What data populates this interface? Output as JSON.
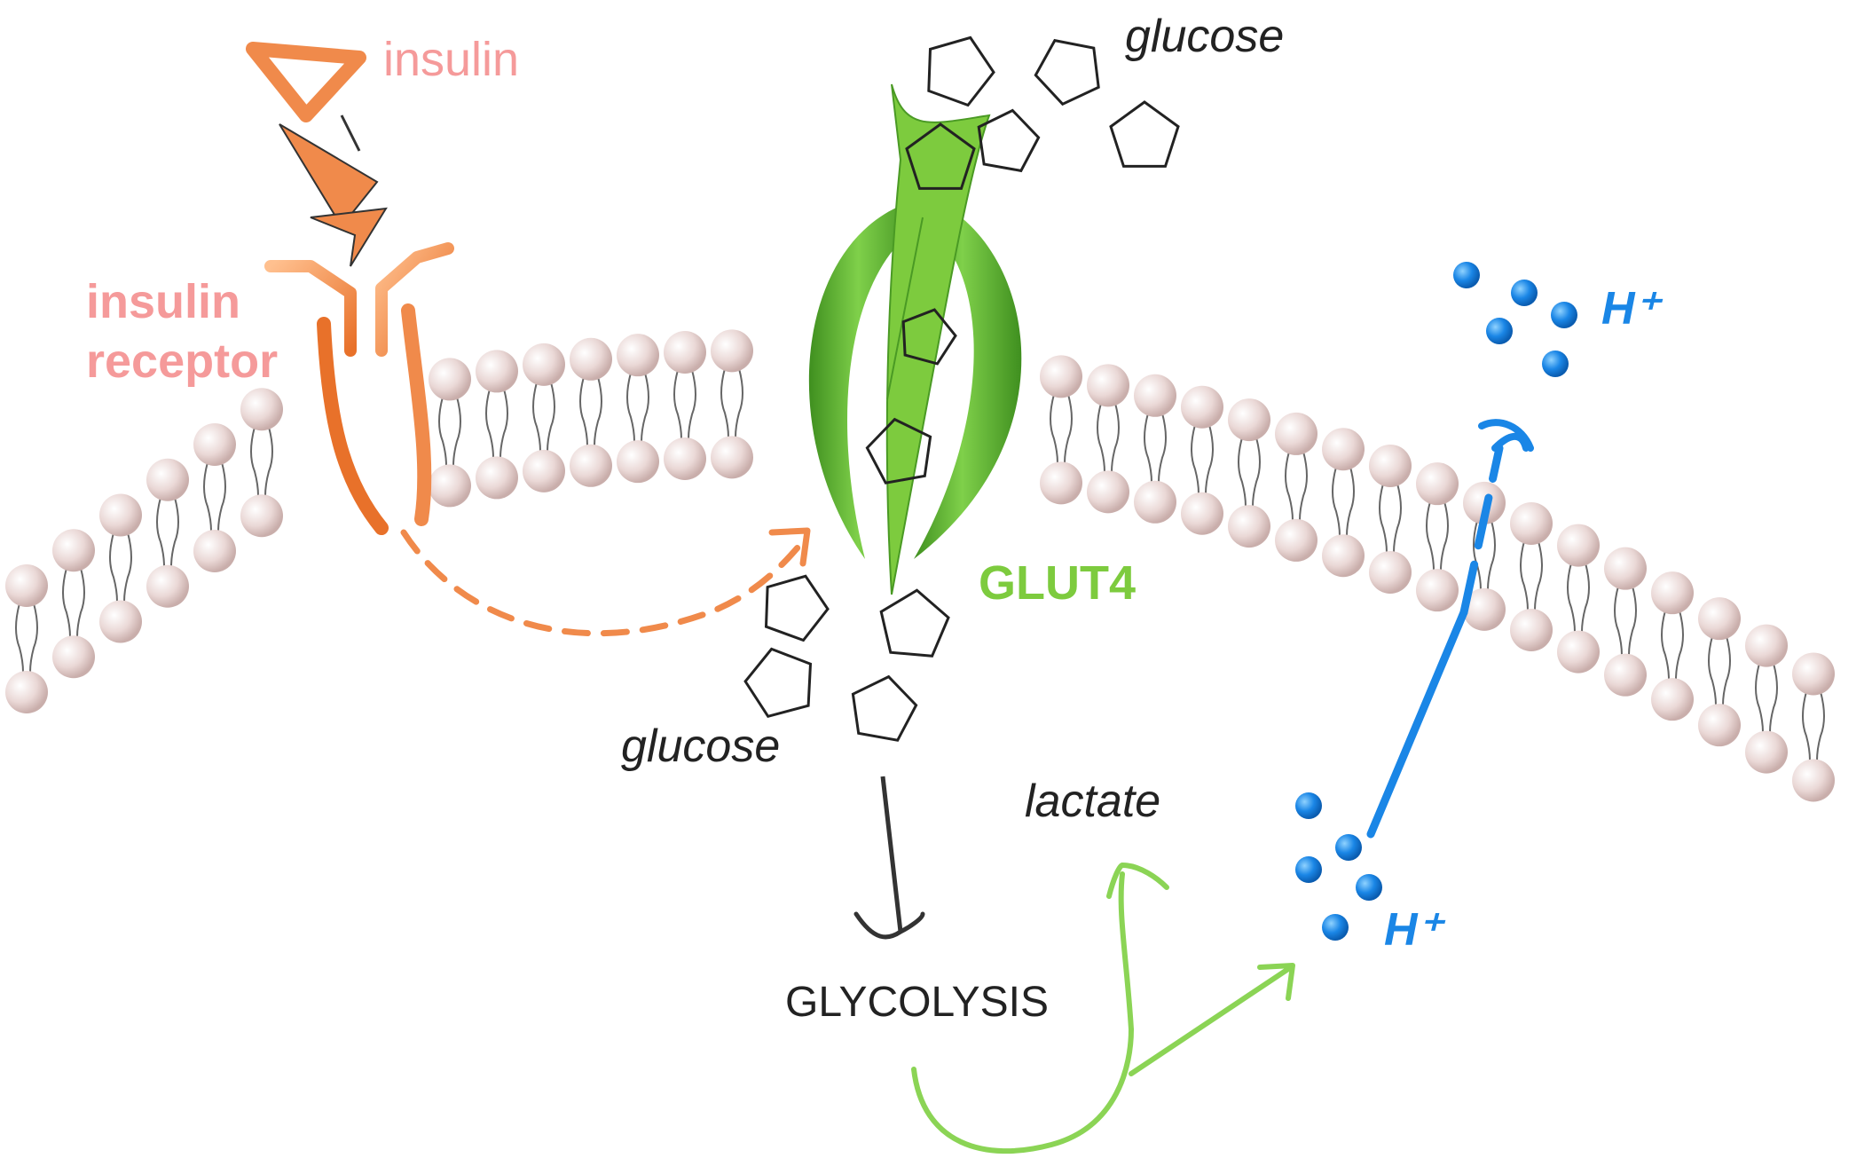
{
  "labels": {
    "insulin": "insulin",
    "insulin_receptor_line1": "insulin",
    "insulin_receptor_line2": "receptor",
    "glucose_outside": "glucose",
    "glucose_inside": "glucose",
    "glut4": "GLUT4",
    "glycolysis": "GLYCOLYSIS",
    "lactate": "lactate",
    "h_plus_outside": "H⁺",
    "h_plus_inside": "H⁺"
  },
  "colors": {
    "insulin": "#f08a4b",
    "insulin_label": "#f59a9a",
    "glut4": "#6fc23a",
    "glut4_label": "#7dcb3e",
    "proton": "#1a86e6",
    "proton_label": "#1a86e6",
    "lipid_head": "#ead8d6",
    "text": "#222222",
    "metabolic_arrow": "#8bd455"
  },
  "icons": [
    "insulin-triangle-icon",
    "glucose-pentagon-icon",
    "proton-dot-icon",
    "lipid-head-icon"
  ]
}
